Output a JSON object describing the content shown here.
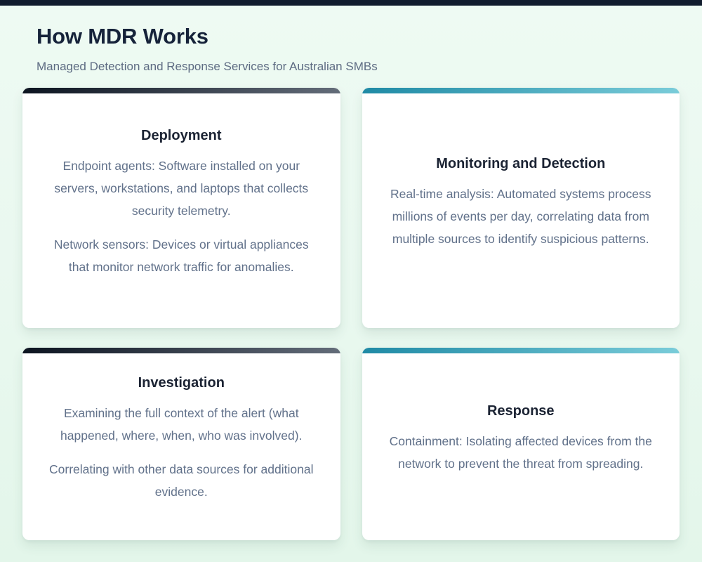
{
  "page": {
    "title": "How MDR Works",
    "subtitle": "Managed Detection and Response Services for Australian SMBs"
  },
  "colors": {
    "top_bar": "#111c2e",
    "background_top": "#eefaf3",
    "background_bottom": "#e3f6ea",
    "page_title": "#16233a",
    "page_subtitle": "#5d6b82",
    "card_background": "#ffffff",
    "card_title": "#1b2333",
    "card_body": "#61718a",
    "accent_dark_start": "#0c1420",
    "accent_dark_end": "#636c79",
    "accent_teal_start": "#1f8aa5",
    "accent_teal_end": "#7accd9"
  },
  "cards": [
    {
      "title": "Deployment",
      "accent": "dark",
      "paragraphs": [
        "Endpoint agents: Software installed on your servers, workstations, and laptops that collects security telemetry.",
        "Network sensors: Devices or virtual appliances that monitor network traffic for anomalies."
      ]
    },
    {
      "title": "Monitoring and Detection",
      "accent": "teal",
      "paragraphs": [
        "Real-time analysis: Automated systems process millions of events per day, correlating data from multiple sources to identify suspicious patterns."
      ]
    },
    {
      "title": "Investigation",
      "accent": "dark",
      "paragraphs": [
        "Examining the full context of the alert (what happened, where, when, who was involved).",
        "Correlating with other data sources for additional evidence."
      ]
    },
    {
      "title": "Response",
      "accent": "teal",
      "paragraphs": [
        "Containment: Isolating affected devices from the network to prevent the threat from spreading."
      ]
    }
  ]
}
